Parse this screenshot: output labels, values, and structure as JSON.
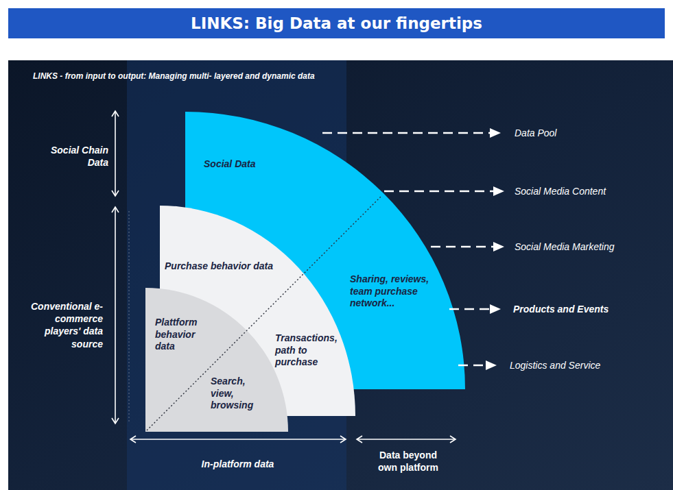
{
  "diagram": {
    "title": "LINKS: Big Data at our fingertips",
    "nodes": [
      {
        "text": [
          "Social Data",
          "Sharing, reviews, team purchase network..."
        ]
      },
      {
        "text": [
          "Purchase behavior data",
          "Transactions, path to purchase"
        ]
      },
      {
        "text": [
          "Plattform behavior data",
          "Search, view, browsing"
        ]
      }
    ],
    "labels": [
      "LINKS - from input to output: Managing multi- layered and dynamic data",
      "Social Chain Data",
      "Conventional e-commerce players' data source",
      "In-platform data",
      "Data beyond own platform",
      "Data Pool",
      "Social Media Content",
      "Social Media Marketing",
      "Products and Events",
      "Logistics and Service"
    ]
  }
}
